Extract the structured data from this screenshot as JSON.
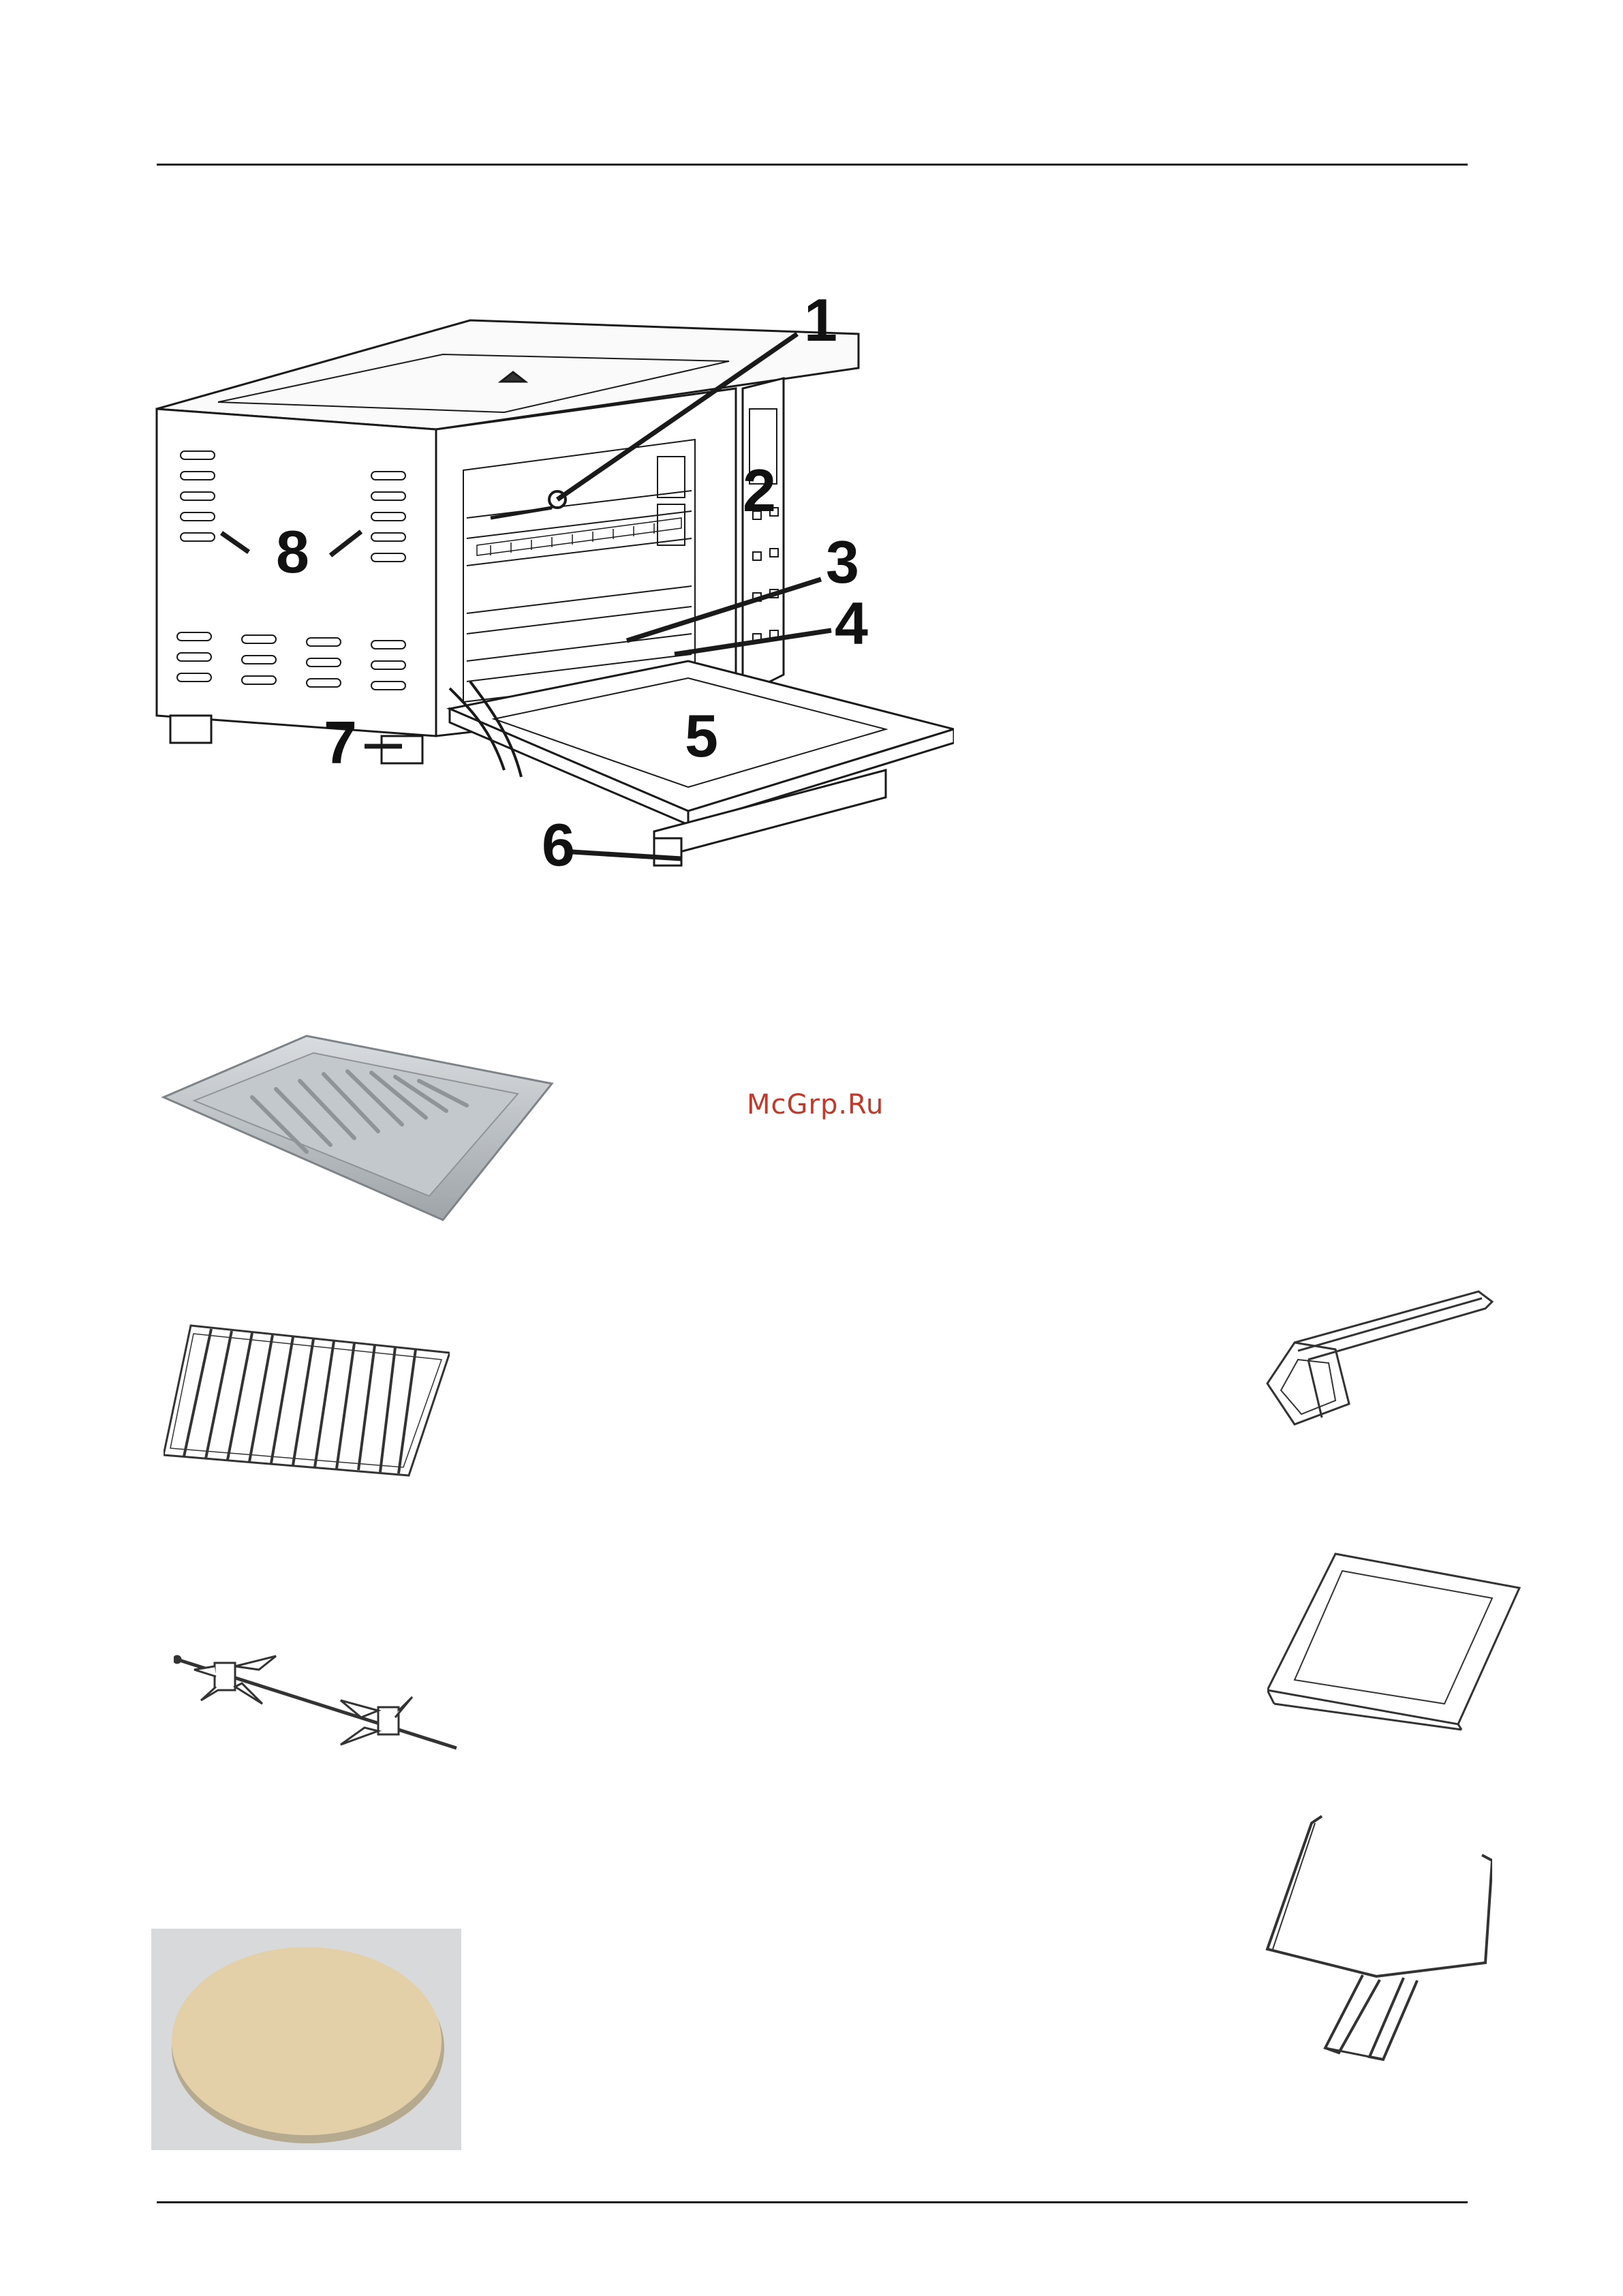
{
  "watermark": "McGrp.Ru",
  "oven_diagram": {
    "callouts": [
      "1",
      "2",
      "3",
      "4",
      "5",
      "6",
      "7",
      "8"
    ]
  },
  "accessories": {
    "left": [
      "baking-tray",
      "wire-rack",
      "rotisserie-spit",
      "pizza-stone"
    ],
    "right": [
      "tray-handle",
      "crumb-tray",
      "rotisserie-handle"
    ]
  },
  "colors": {
    "line": "#1a1a1a",
    "watermark": "#c0392b",
    "stone": "#e3d0a8"
  }
}
